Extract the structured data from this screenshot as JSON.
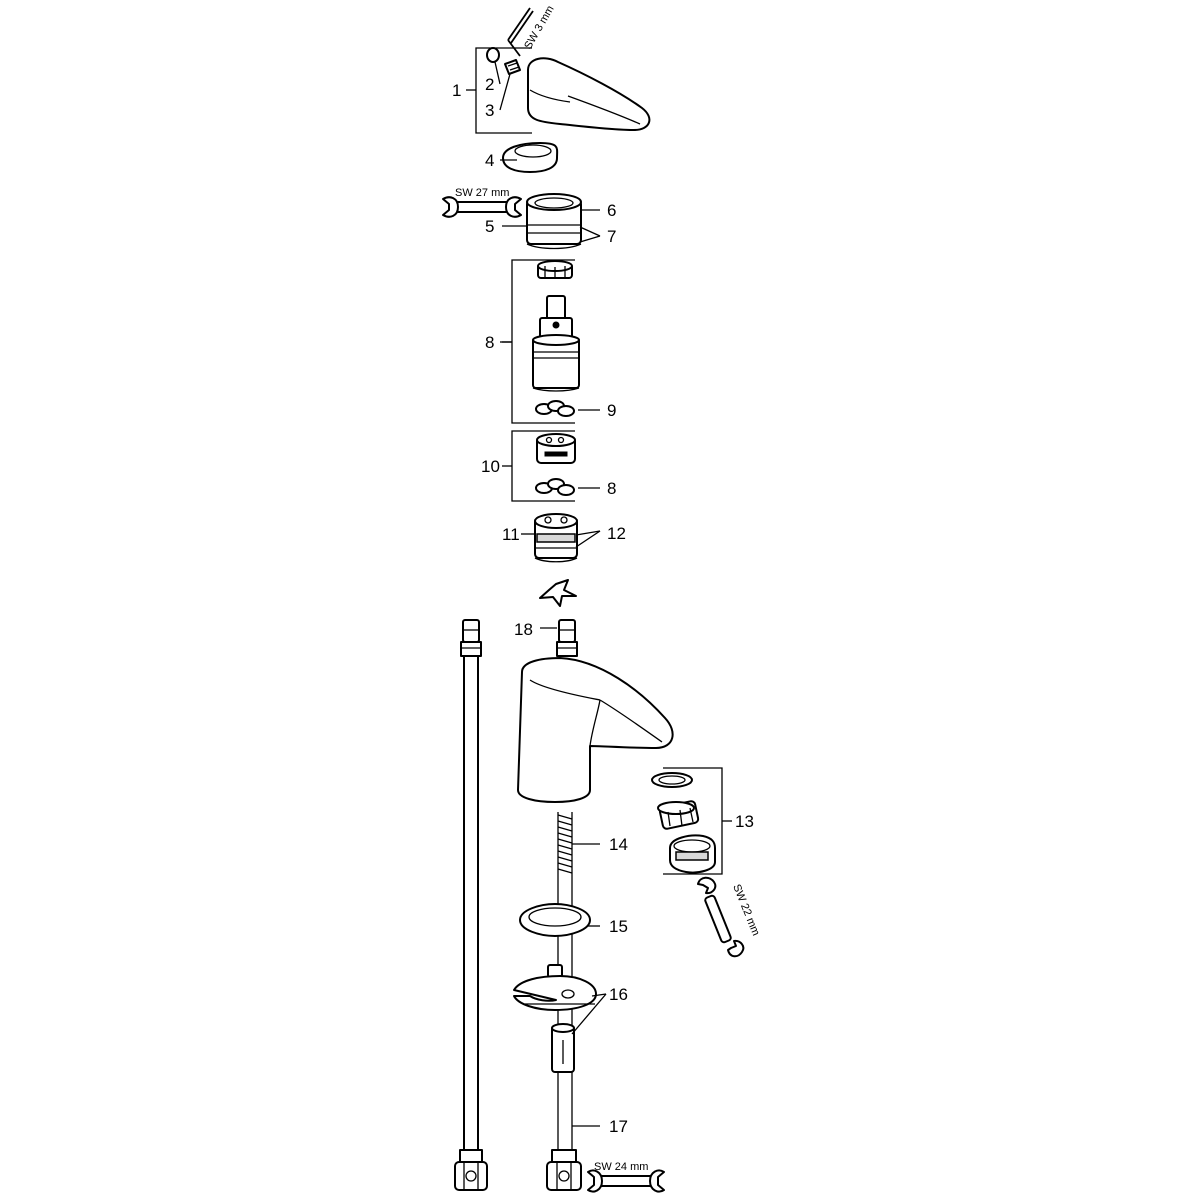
{
  "callouts": [
    "1",
    "2",
    "3",
    "4",
    "5",
    "6",
    "7",
    "8",
    "9",
    "10",
    "8",
    "11",
    "12",
    "18",
    "13",
    "14",
    "15",
    "16",
    "17"
  ],
  "tools": {
    "hex_key": "SW 3 mm",
    "wrench_cartridge_nut": "SW 27 mm",
    "wrench_aerator": "SW 22 mm",
    "wrench_hose": "SW 24 mm"
  }
}
